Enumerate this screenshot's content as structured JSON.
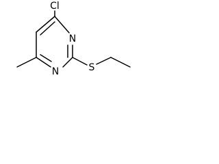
{
  "molecule": {
    "atoms": {
      "chlorine": "Cl",
      "nitrogen_top": "N",
      "nitrogen_bottom": "N",
      "sulfur": "S"
    }
  }
}
